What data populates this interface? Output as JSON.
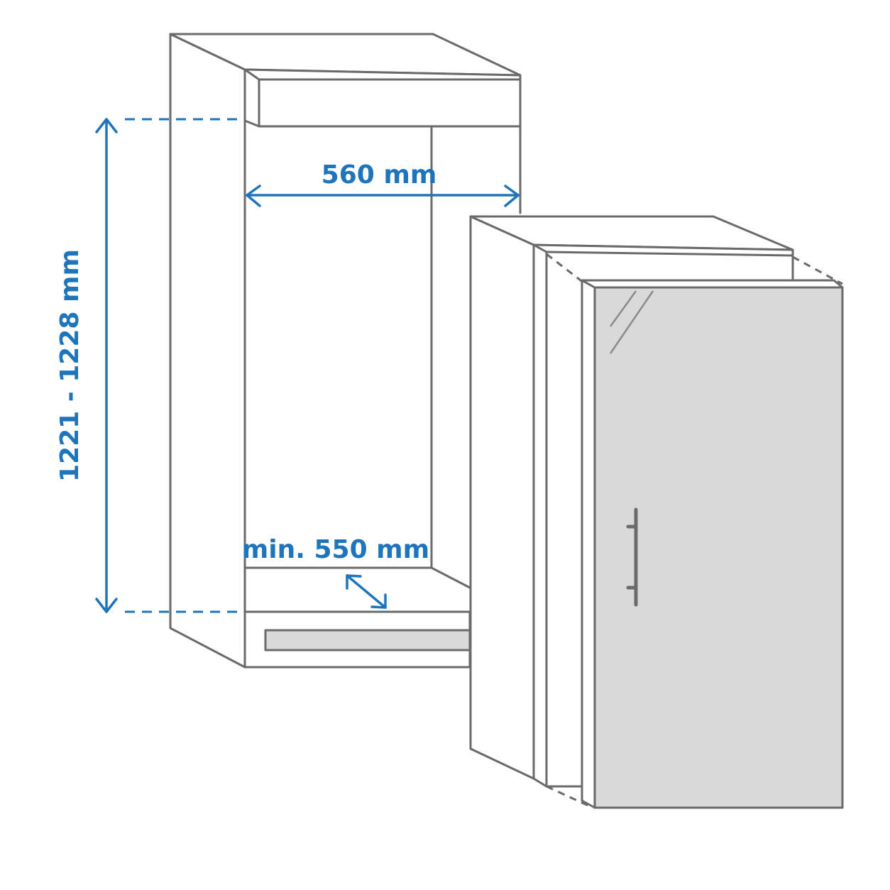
{
  "labels": {
    "width": "560 mm",
    "depth": "min. 550 mm",
    "height": "1221 - 1228 mm"
  },
  "colors": {
    "dimension": "#1f75bc",
    "outline": "#6a6a6a",
    "door_fill": "#d9d9d9",
    "background": "#ffffff"
  }
}
